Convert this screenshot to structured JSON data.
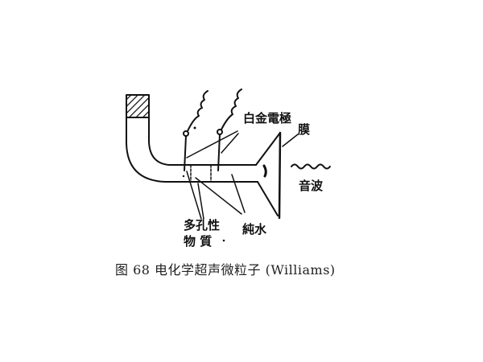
{
  "labels": {
    "electrode": "白金電極",
    "membrane": "膜",
    "sound_wave": "音波",
    "porous_line1": "多孔性",
    "porous_line2": "物 質",
    "pure_water": "純水"
  },
  "caption": "图 68  电化学超声微粒子 (Williams)"
}
